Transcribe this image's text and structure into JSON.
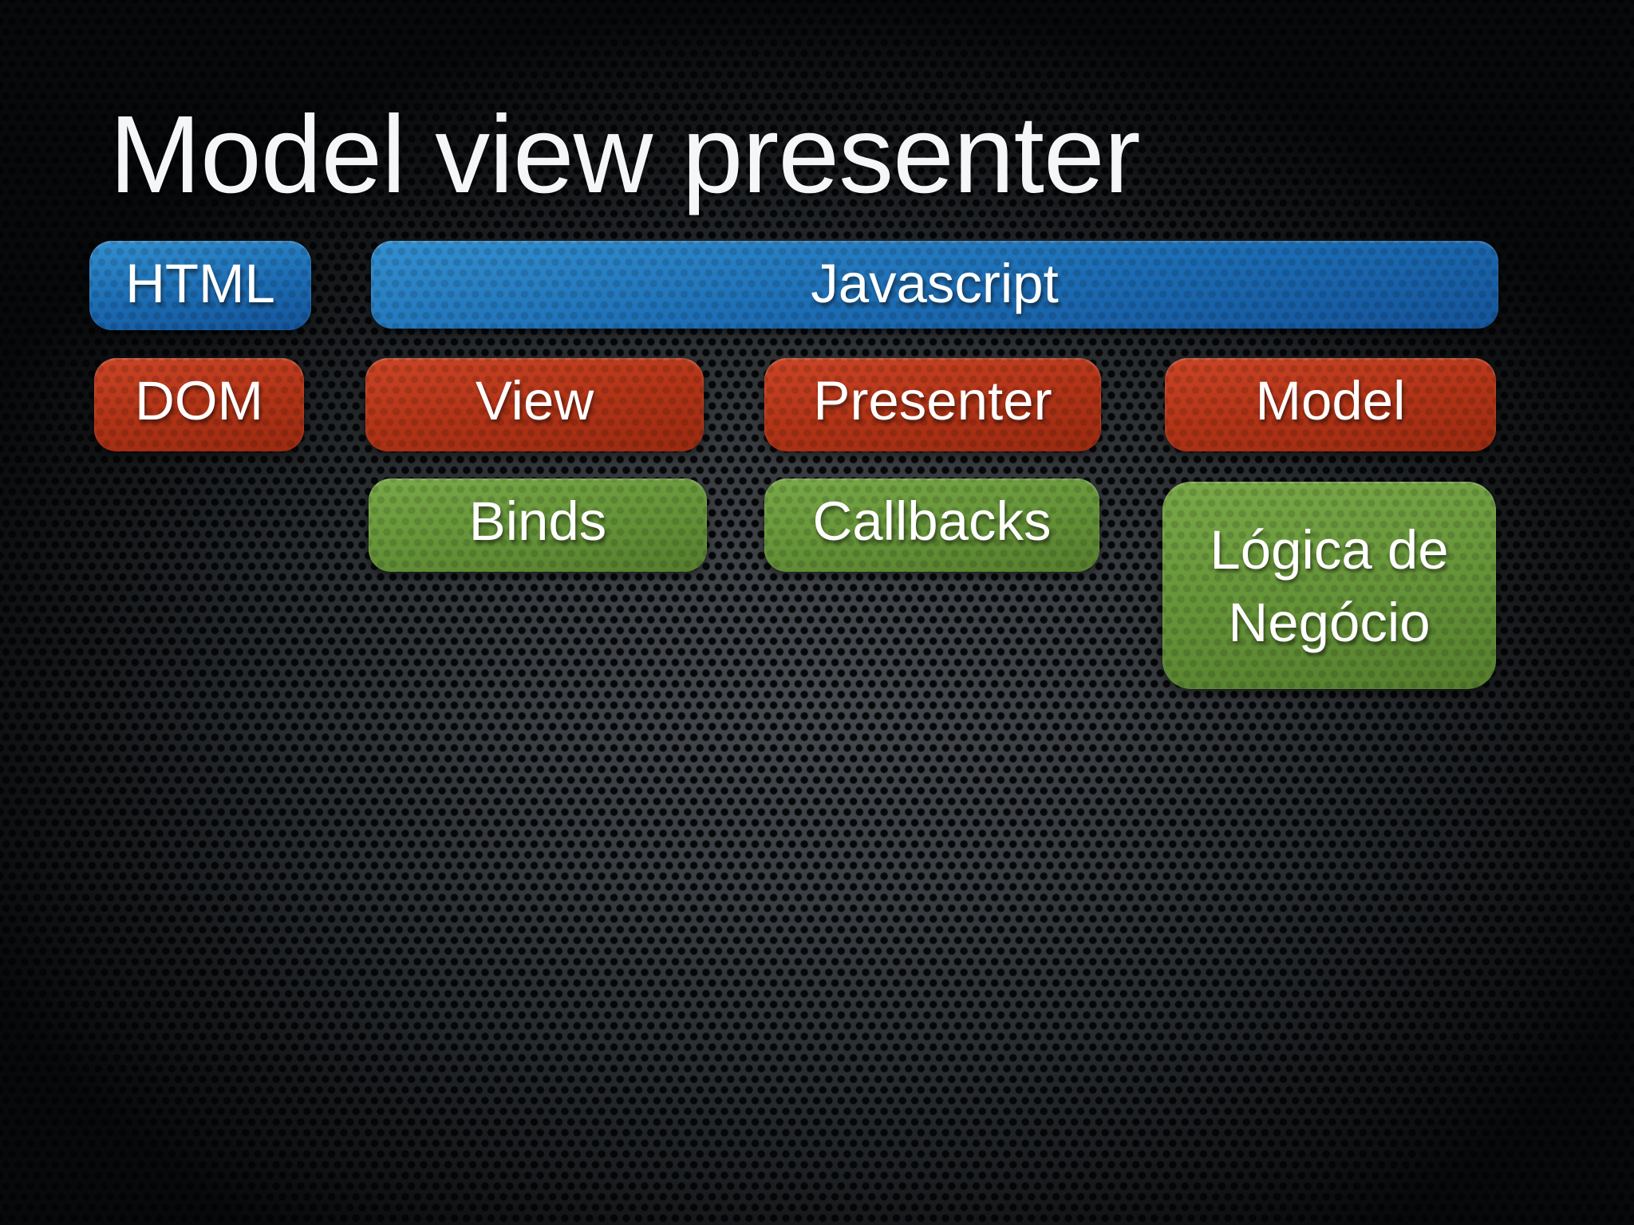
{
  "title": "Model view presenter",
  "boxes": [
    {
      "id": "html",
      "label": "HTML",
      "color": "blue"
    },
    {
      "id": "javascript",
      "label": "Javascript",
      "color": "blue"
    },
    {
      "id": "dom",
      "label": "DOM",
      "color": "red"
    },
    {
      "id": "view",
      "label": "View",
      "color": "red"
    },
    {
      "id": "presenter",
      "label": "Presenter",
      "color": "red"
    },
    {
      "id": "model",
      "label": "Model",
      "color": "red"
    },
    {
      "id": "binds",
      "label": "Binds",
      "color": "green"
    },
    {
      "id": "callbacks",
      "label": "Callbacks",
      "color": "green"
    },
    {
      "id": "logica",
      "label": "Lógica de Negócio",
      "color": "green"
    }
  ],
  "palette": {
    "blue": "#1c6cb3",
    "red": "#b23417",
    "green": "#669539",
    "text": "#ffffff",
    "background_base": "#3a3d41",
    "background_hole": "#040506"
  }
}
